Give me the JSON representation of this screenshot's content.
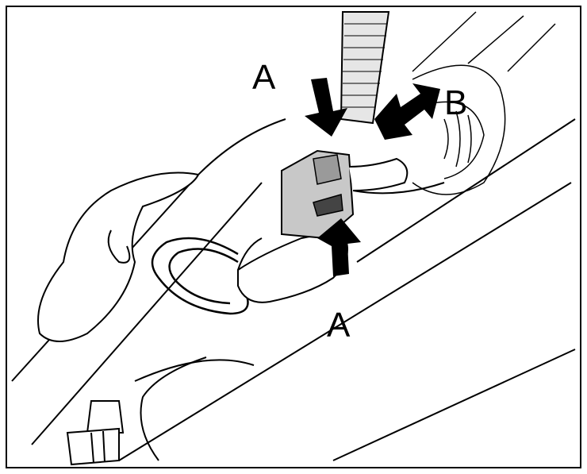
{
  "labels": {
    "a_top": "A",
    "b": "B",
    "a_bottom": "A"
  },
  "colors": {
    "line": "#000000",
    "connector_fill": "#c8c8c8",
    "background": "#ffffff"
  },
  "icons": {
    "press_arrow_top": "arrow-down-icon",
    "press_arrow_bottom": "arrow-up-icon",
    "pull_arrow": "double-arrow-diagonal-icon"
  }
}
